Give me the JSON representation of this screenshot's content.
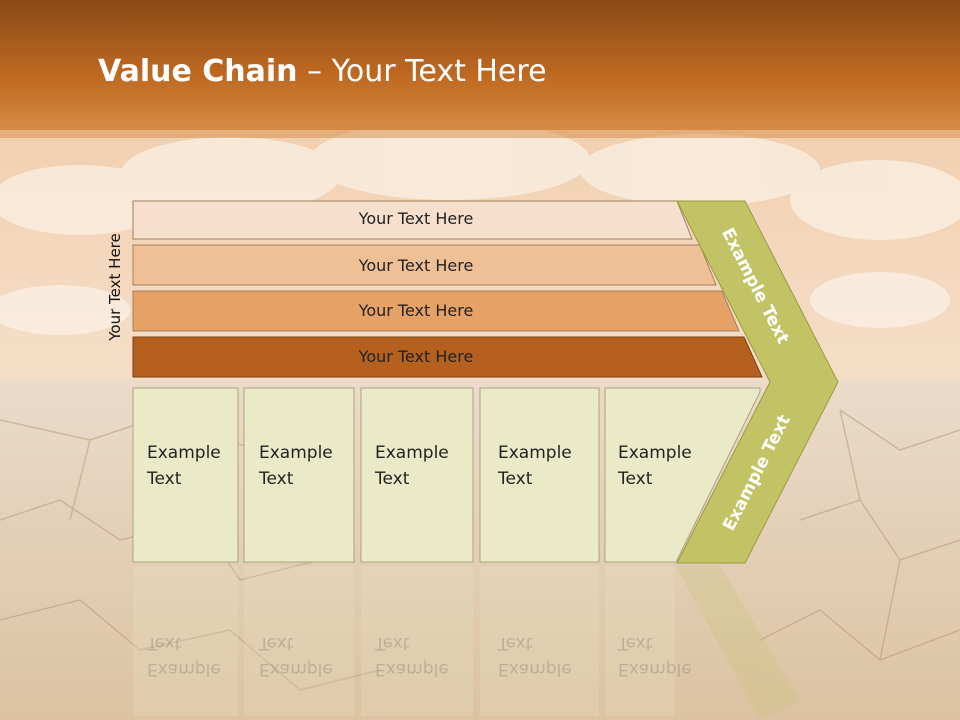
{
  "title": {
    "bold": "Value Chain",
    "rest": " – Your Text Here"
  },
  "vertical_label": "Your Text Here",
  "bars": [
    "Your Text Here",
    "Your Text Here",
    "Your Text Here",
    "Your Text Here"
  ],
  "columns": [
    {
      "line1": "Example",
      "line2": "Text"
    },
    {
      "line1": "Example",
      "line2": "Text"
    },
    {
      "line1": "Example",
      "line2": "Text"
    },
    {
      "line1": "Example",
      "line2": "Text"
    },
    {
      "line1": "Example",
      "line2": "Text"
    }
  ],
  "chevron": {
    "upper": "Example Text",
    "lower": "Example Text"
  },
  "colors": {
    "header": "#b8651f",
    "bar1": "#f6dfcc",
    "bar2": "#efbf96",
    "bar3": "#e6a266",
    "bar4": "#b5601f",
    "column": "#ebeac8",
    "chevron": "#c2c364"
  }
}
